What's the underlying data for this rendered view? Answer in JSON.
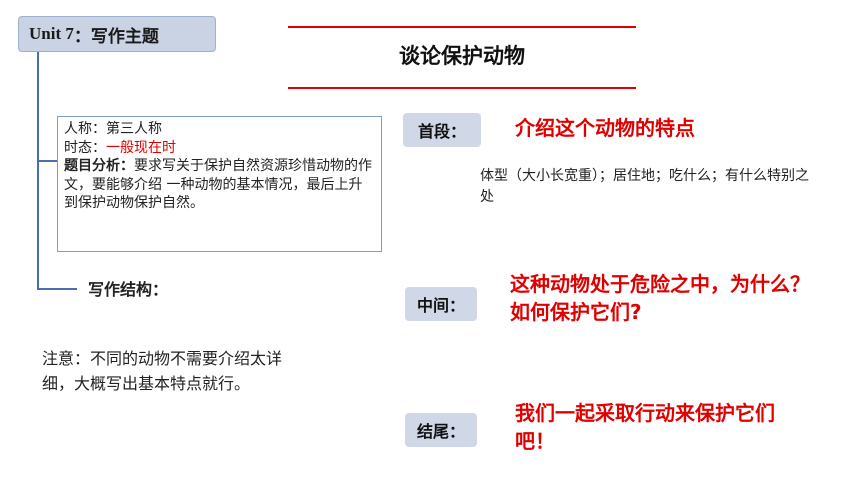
{
  "unit_tag": {
    "unit": "Unit 7",
    "separator": "：",
    "topic": "写作主题"
  },
  "main_title": "谈论保护动物",
  "info": {
    "person_label": "人称：",
    "person_value": "第三人称",
    "tense_label": "时态：",
    "tense_value": "一般现在时",
    "analysis_label": "题目分析：",
    "analysis_text": "要求写关于保护自然资源珍惜动物的作文，要能够介绍 一种动物的基本情况，最后上升到保护动物保护自然。"
  },
  "structure_label": "写作结构：",
  "note": "注意：不同的动物不需要介绍太详细，大概写出基本特点就行。",
  "sections": {
    "first": {
      "tag": "首段：",
      "heading": "介绍这个动物的特点",
      "detail": "体型（大小长宽重）；居住地；吃什么；有什么特别之处"
    },
    "middle": {
      "tag": "中间：",
      "heading": "这种动物处于危险之中，为什么？如何保护它们?"
    },
    "end": {
      "tag": "结尾：",
      "heading": "我们一起采取行动来保护它们吧！"
    }
  },
  "colors": {
    "accent_red": "#e00000",
    "tag_bg": "#c9d3e4",
    "tree_line": "#4a6fb0"
  }
}
